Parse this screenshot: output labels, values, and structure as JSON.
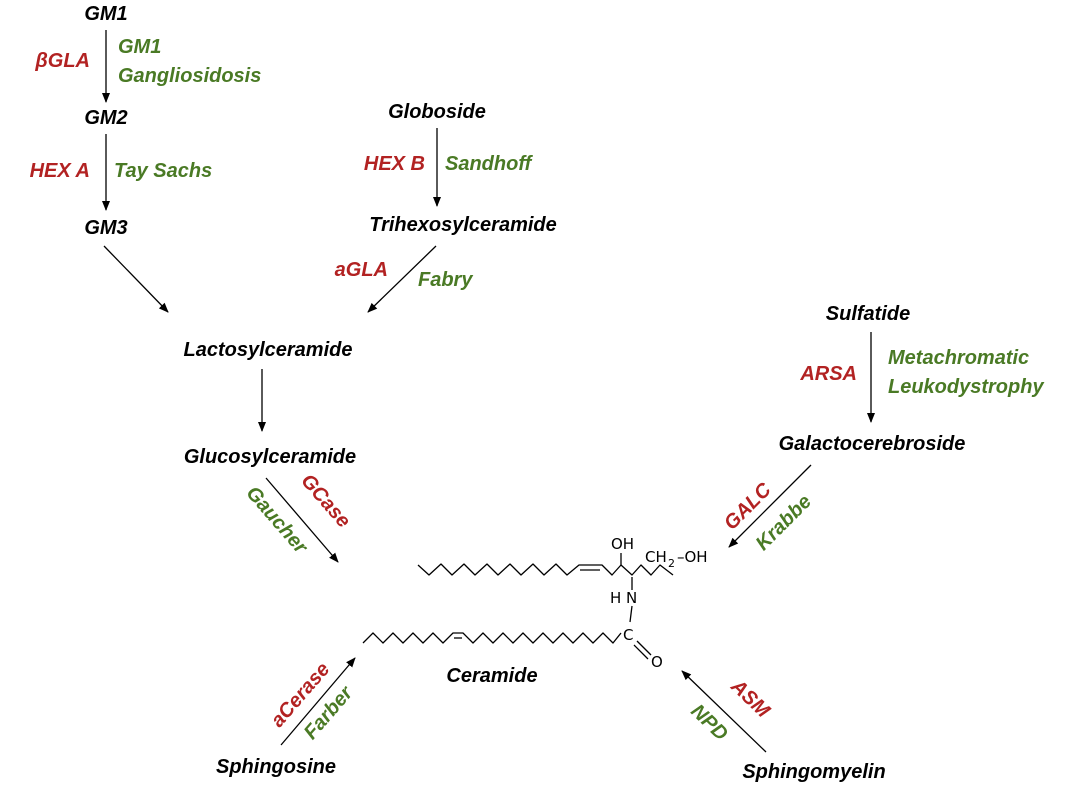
{
  "colors": {
    "compound": "#000000",
    "enzyme": "#B22222",
    "disease": "#4A7A25"
  },
  "compounds": {
    "gm1": "GM1",
    "gm2": "GM2",
    "gm3": "GM3",
    "globoside": "Globoside",
    "trihexosylceramide": "Trihexosylceramide",
    "lactosylceramide": "Lactosylceramide",
    "glucosylceramide": "Glucosylceramide",
    "sulfatide": "Sulfatide",
    "galactocerebroside": "Galactocerebroside",
    "ceramide": "Ceramide",
    "sphingosine": "Sphingosine",
    "sphingomyelin": "Sphingomyelin"
  },
  "enzymes": {
    "bgla": "βGLA",
    "hexa": "HEX A",
    "hexb": "HEX B",
    "agla": "aGLA",
    "arsa": "ARSA",
    "gcase": "GCase",
    "galc": "GALC",
    "acerase": "aCerase",
    "asm": "ASM"
  },
  "diseases": {
    "gm1_line1": "GM1",
    "gm1_line2": "Gangliosidosis",
    "tay_sachs": "Tay Sachs",
    "sandhoff": "Sandhoff",
    "fabry": "Fabry",
    "mld_line1": "Metachromatic",
    "mld_line2": "Leukodystrophy",
    "gaucher": "Gaucher",
    "krabbe": "Krabbe",
    "farber": "Farber",
    "npd": "NPD"
  },
  "structure": {
    "oh": "OH",
    "ch2": "CH",
    "sub2": "2",
    "oh2": "–OH",
    "hn": "H N",
    "c": "C",
    "o": "O"
  }
}
